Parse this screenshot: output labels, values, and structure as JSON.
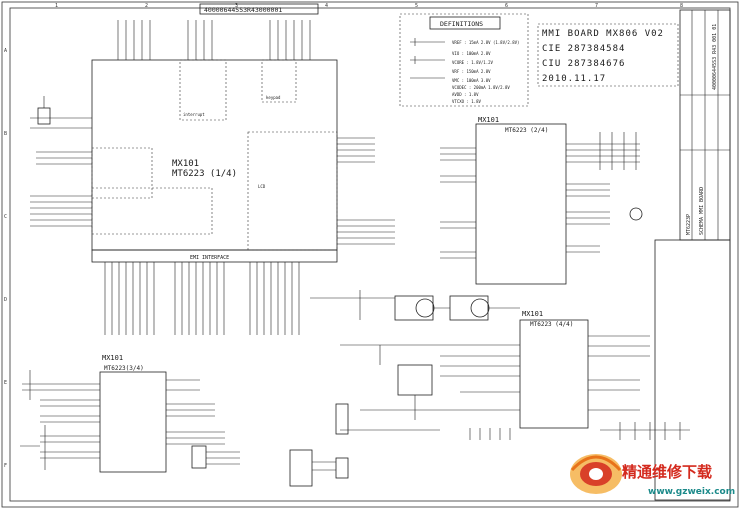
{
  "top_label": "40000644553R43000001",
  "definitions": {
    "title": "DEFINITIONS",
    "lines": [
      "VREF : 15mA 2.8V (1.8V/2.8V)",
      "VIO : 100mA 2.8V",
      "VCORE : 1.8V/1.2V",
      "VRF : 150mA 2.8V",
      "VMC : 100mA 3.0V",
      "VCODEC : 200mA 1.8V/2.8V",
      "AVDD : 1.8V",
      "VTCXO : 1.8V"
    ]
  },
  "info_box": {
    "line1": "MMI BOARD MX806 V02",
    "line2": "CIE 287384584",
    "line3": "CIU 287384676",
    "line4": "2010.11.17"
  },
  "blocks": {
    "main": {
      "ref": "MX101",
      "name": "MT6223 (1/4)"
    },
    "upper_right": {
      "ref": "MX101",
      "name": "MT6223 (2/4)"
    },
    "lower_right": {
      "ref": "MX101",
      "name": "MT6223 (4/4)"
    },
    "lower_left": {
      "ref": "MX101",
      "name": "MT6223(3/4)"
    },
    "emi_label": "EMI INTERFACE",
    "lcd_label": "LCD",
    "keypad_label": "keypad",
    "interrupt_label": "interrupt"
  },
  "title_block": {
    "company": "MT6223P",
    "board": "SCHEMA MMI BOARD",
    "doc": "400006445S3 R43 001 01"
  },
  "border_letters": [
    "A",
    "B",
    "C",
    "D",
    "E",
    "F"
  ],
  "border_numbers": [
    "1",
    "2",
    "3",
    "4",
    "5",
    "6",
    "7",
    "8"
  ],
  "watermark": {
    "chinese": "精通维修下载",
    "url": "www.gzweix.com"
  },
  "colors": {
    "ink": "#222222",
    "logo_orange": "#e8731a",
    "logo_red": "#d42a1e",
    "logo_teal": "#1c8a8a"
  }
}
